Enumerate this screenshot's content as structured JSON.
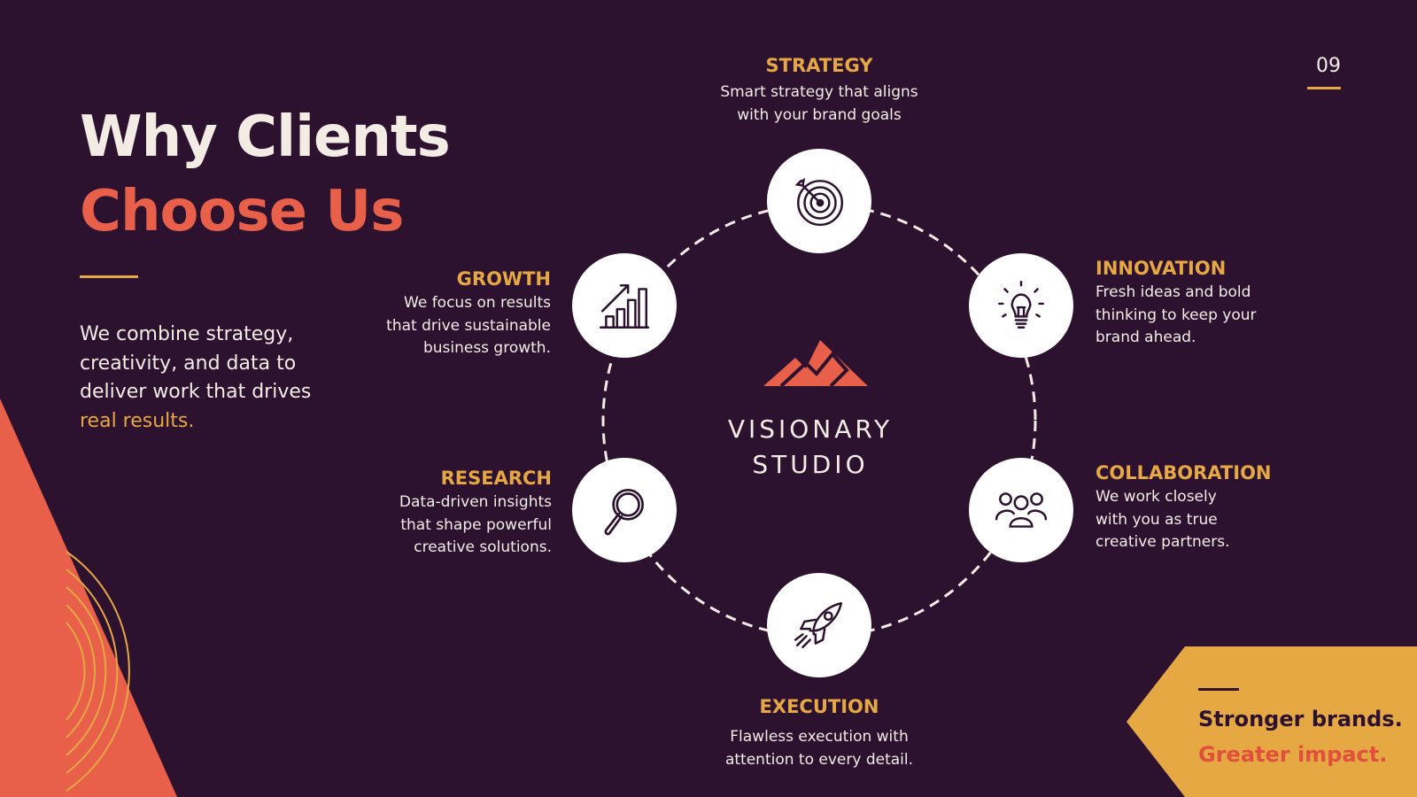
{
  "slide": {
    "page_number": "09",
    "title_line1": "Why Clients",
    "title_line2": "Choose Us",
    "intro_text": "We combine strategy, creativity, and data to deliver work that drives",
    "intro_accent": "real results."
  },
  "center": {
    "logo_icon": "mountain-logo-icon",
    "name_line1": "VISIONARY",
    "name_line2": "STUDIO"
  },
  "features": {
    "strategy": {
      "icon": "target-icon",
      "title": "STRATEGY",
      "desc_line1": "Smart strategy that aligns",
      "desc_line2": "with your brand goals"
    },
    "innovation": {
      "icon": "lightbulb-icon",
      "title": "INNOVATION",
      "desc_line1": "Fresh ideas and bold",
      "desc_line2": "thinking to keep your",
      "desc_line3": "brand ahead."
    },
    "collaboration": {
      "icon": "team-icon",
      "title": "COLLABORATION",
      "desc_line1": "We work closely",
      "desc_line2": "with you as true",
      "desc_line3": "creative partners."
    },
    "execution": {
      "icon": "rocket-icon",
      "title": "EXECUTION",
      "desc_line1": "Flawless execution with",
      "desc_line2": "attention to every detail."
    },
    "research": {
      "icon": "magnifier-icon",
      "title": "RESEARCH",
      "desc_line1": "Data-driven insights",
      "desc_line2": "that shape powerful",
      "desc_line3": "creative solutions."
    },
    "growth": {
      "icon": "growth-chart-icon",
      "title": "GROWTH",
      "desc_line1": "We focus on results",
      "desc_line2": "that drive sustainable",
      "desc_line3": "business growth."
    }
  },
  "callout": {
    "line1": "Stronger brands.",
    "line2": "Greater impact."
  },
  "colors": {
    "background": "#2d1230",
    "coral": "#e8604a",
    "gold": "#e5a843",
    "cream": "#f3ece4"
  }
}
